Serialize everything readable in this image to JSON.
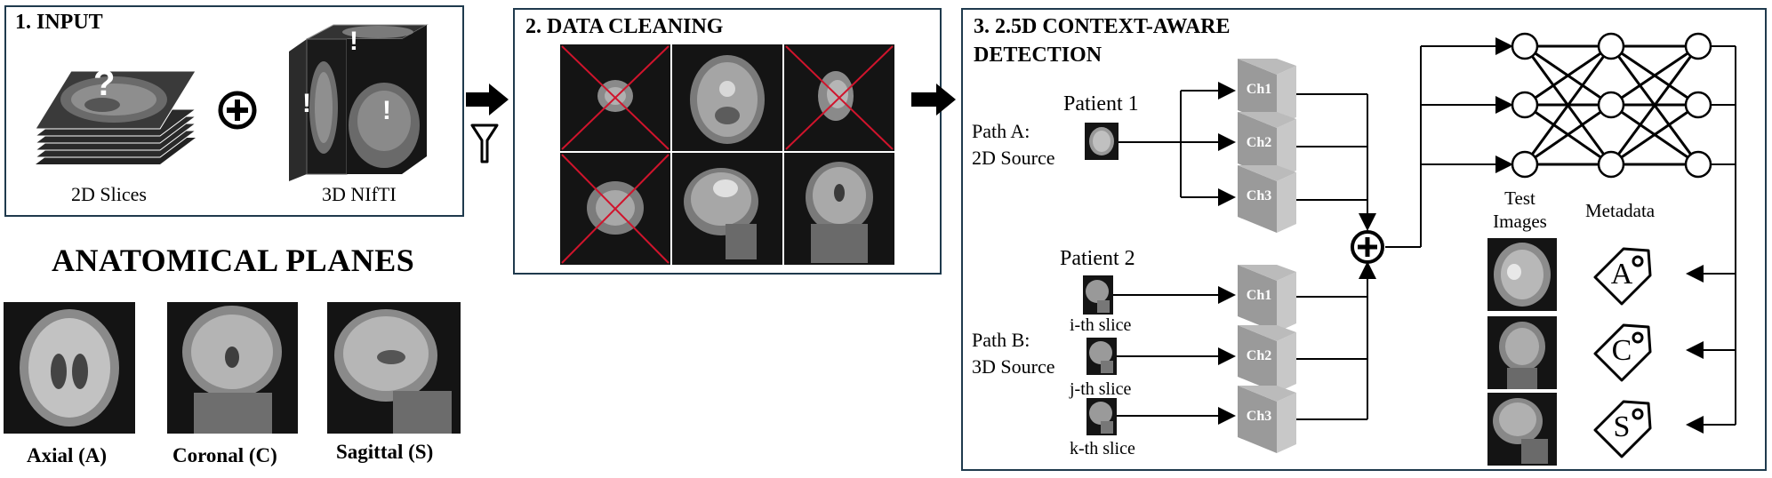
{
  "input": {
    "title": "1. INPUT",
    "slices_label": "2D Slices",
    "nifti_label": "3D NIfTI",
    "question_mark": "?",
    "exclamation_mark": "!"
  },
  "cleaning": {
    "title": "2. DATA CLEANING"
  },
  "detection": {
    "title_line1": "3. 2.5D CONTEXT-AWARE",
    "title_line2": "DETECTION",
    "path_a_line1": "Path A:",
    "path_a_line2": "2D Source",
    "path_b_line1": "Path B:",
    "path_b_line2": "3D Source",
    "patient1": "Patient 1",
    "patient2": "Patient 2",
    "slice_i": "i-th slice",
    "slice_j": "j-th slice",
    "slice_k": "k-th slice",
    "channels": [
      "Ch1",
      "Ch2",
      "Ch3"
    ],
    "test_images": "Test Images",
    "metadata": "Metadata",
    "tags": [
      "A",
      "C",
      "S"
    ]
  },
  "planes": {
    "title": "ANATOMICAL PLANES",
    "axial": "Axial (A)",
    "coronal": "Coronal (C)",
    "sagittal": "Sagittal (S)"
  },
  "colors": {
    "panel_border": "#1f3a4d",
    "cross": "#d0142c",
    "channel_gray": "#9a9a9a"
  }
}
